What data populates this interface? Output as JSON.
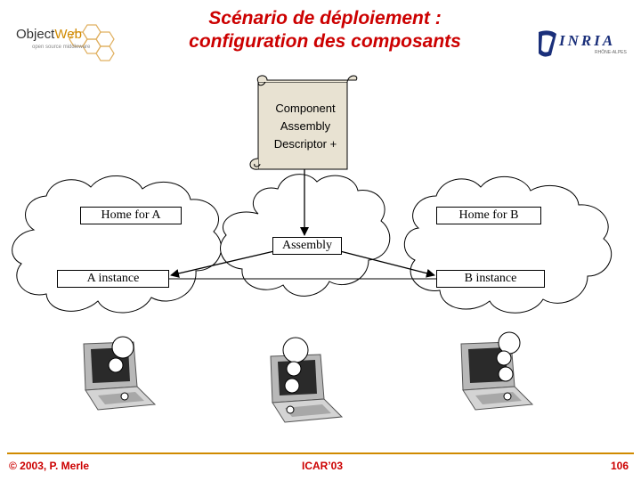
{
  "title": {
    "line1": "Scénario de déploiement :",
    "line2": "configuration des composants",
    "color": "#cc0000"
  },
  "logos": {
    "objectweb": {
      "prefix": "Object",
      "suffix": "Web",
      "tagline": "open source middleware"
    },
    "inria": {
      "text": "INRIA",
      "tagline": "RHÔNE-ALPES"
    }
  },
  "diagram": {
    "descriptor": {
      "line1": "Component",
      "line2": "Assembly",
      "line3": "Descriptor +"
    },
    "labels": {
      "home_a": "Home for A",
      "home_b": "Home for B",
      "assembly": "Assembly",
      "a_instance": "A instance",
      "b_instance": "B instance"
    },
    "icons": [
      "cloud-icon",
      "scroll-icon",
      "laptop-icon",
      "circle-icon"
    ]
  },
  "footer": {
    "left": "© 2003, P. Merle",
    "center": "ICAR’03",
    "page": "106",
    "accent": "#d08a00"
  }
}
